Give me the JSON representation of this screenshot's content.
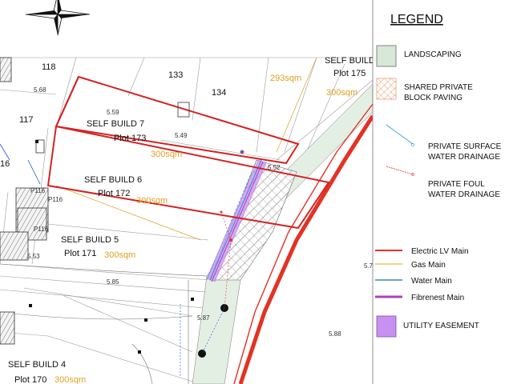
{
  "colors": {
    "landscaping": "#d8e8d8",
    "paving_hatch": "#e6a07a",
    "surface_drainage": "#2a9cd8",
    "foul_drainage": "#e03030",
    "electric": "#e53124",
    "gas": "#e8c860",
    "water": "#3a88d0",
    "fibre": "#b040c0",
    "easement": "#c890f0",
    "plot_boundary": "#d42222",
    "area_text": "#e0a020"
  },
  "plots": {
    "p118": "118",
    "p117": "117",
    "p16": "16",
    "p133": "133",
    "p134": "134",
    "sb7_title": "SELF BUILD 7",
    "sb7_plot": "Plot 173",
    "sb7_area": "300sqm",
    "sb6_title": "SELF BUILD 6",
    "sb6_plot": "Plot 172",
    "sb6_area": "300sqm",
    "sb5_title": "SELF BUILD 5",
    "sb5_plot": "Plot 171",
    "sb5_area": "300sqm",
    "sb4_title": "SELF BUILD 4",
    "sb4_plot": "Plot 170",
    "sb4_area": "300sqm",
    "sbtop_title": "SELF BUILD",
    "sbtop_plot": "Plot 175",
    "sbtop_area": "300sqm",
    "area_293": "293sqm"
  },
  "levels": {
    "l568": "5.68",
    "l559": "5.59",
    "l549": "5.49",
    "l552": "5.52",
    "l553": "5.53",
    "l585": "5.85",
    "l587": "5.87",
    "l588": "5.88",
    "l57": "5.7"
  },
  "house_tags": {
    "t1": "P116",
    "t2": "P116",
    "t3": "P116"
  },
  "legend": {
    "title": "LEGEND",
    "landscaping": "LANDSCAPING",
    "paving_1": "SHARED PRIVATE",
    "paving_2": "BLOCK PAVING",
    "surface_1": "PRIVATE SURFACE",
    "surface_2": "WATER DRAINAGE",
    "foul_1": "PRIVATE FOUL",
    "foul_2": "WATER DRAINAGE",
    "electric": "Electric LV Main",
    "gas": "Gas Main",
    "water": "Water Main",
    "fibre": "Fibrenest Main",
    "easement": "UTILITY EASEMENT"
  }
}
